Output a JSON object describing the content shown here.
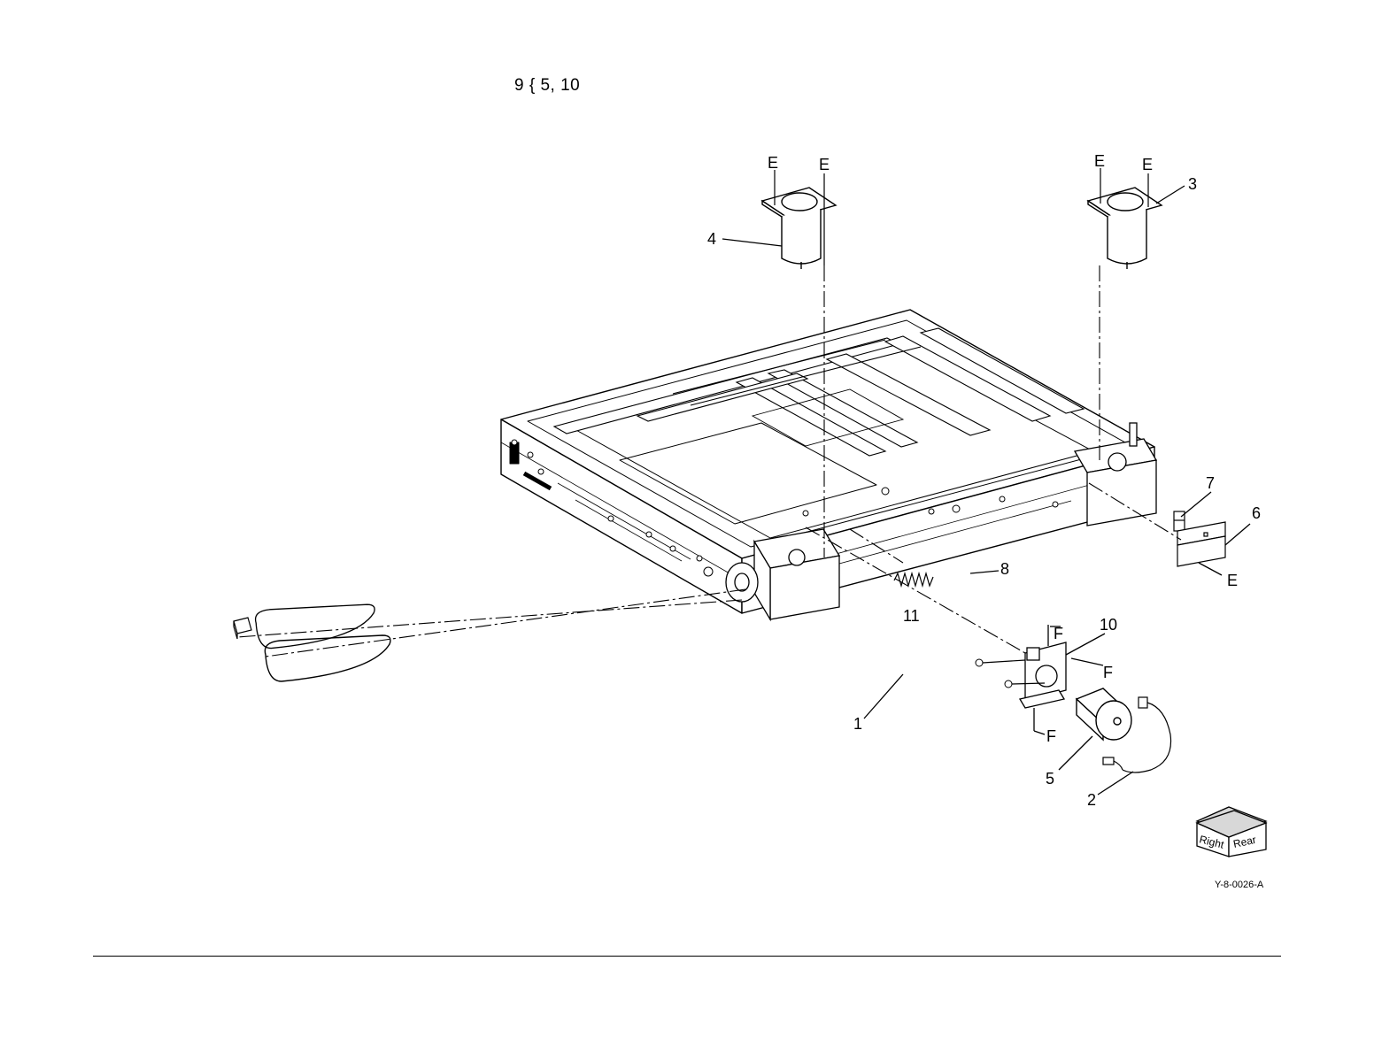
{
  "header": {
    "note": "9 { 5, 10"
  },
  "callouts": {
    "belt": "1",
    "harness": "2",
    "sensor_right": "3",
    "sensor_left": "4",
    "motor": "5",
    "bracket": "6",
    "switch": "7",
    "spring": "8",
    "motor_bracket": "10",
    "clip": "11"
  },
  "fastener_labels": {
    "e": "E",
    "f": "F"
  },
  "orientation_cube": {
    "left_face": "Right",
    "right_face": "Rear"
  },
  "figure_id": "Y-8-0026-A"
}
